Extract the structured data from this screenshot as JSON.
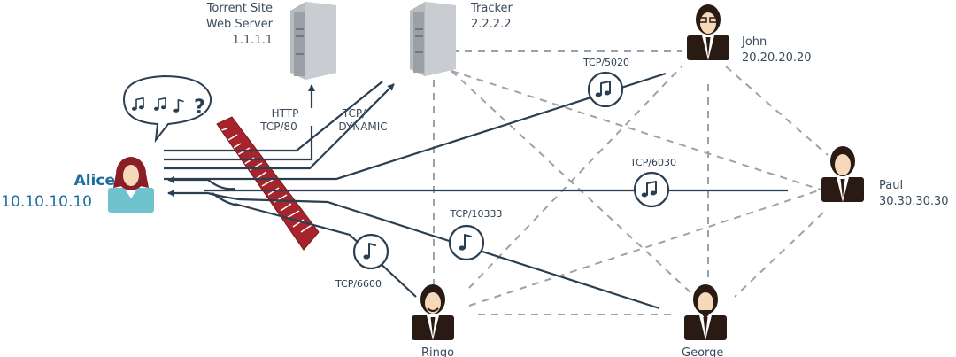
{
  "nodes": {
    "alice": {
      "name": "Alice",
      "ip": "10.10.10.10"
    },
    "web_server": {
      "line1": "Torrent Site",
      "line2": "Web Server",
      "ip": "1.1.1.1"
    },
    "tracker": {
      "name": "Tracker",
      "ip": "2.2.2.2"
    },
    "john": {
      "name": "John",
      "ip": "20.20.20.20"
    },
    "paul": {
      "name": "Paul",
      "ip": "30.30.30.30"
    },
    "ringo": {
      "name": "Ringo"
    },
    "george": {
      "name": "George"
    }
  },
  "connections": {
    "http": {
      "line1": "HTTP",
      "line2": "TCP/80"
    },
    "tracker_conn": {
      "line1": "TCP/",
      "line2": "DYNAMIC"
    },
    "john_conn": {
      "label": "TCP/5020"
    },
    "paul_conn": {
      "label": "TCP/6030"
    },
    "george_conn": {
      "label": "TCP/10333"
    },
    "ringo_conn": {
      "label": "TCP/6600"
    }
  },
  "thought_bubble": {
    "text": "?"
  },
  "colors": {
    "line": "#2b3f52",
    "dashed": "#9aa3ab",
    "firewall": "#a8242c",
    "alice_accent": "#1d6f9b",
    "alice_shirt": "#6fc3cf",
    "person": "#2a1a14",
    "skin": "#f5d9b8",
    "server": "#a3a8ad"
  },
  "icons": [
    "music-note-icon",
    "server-icon",
    "firewall-icon",
    "person-icon"
  ]
}
